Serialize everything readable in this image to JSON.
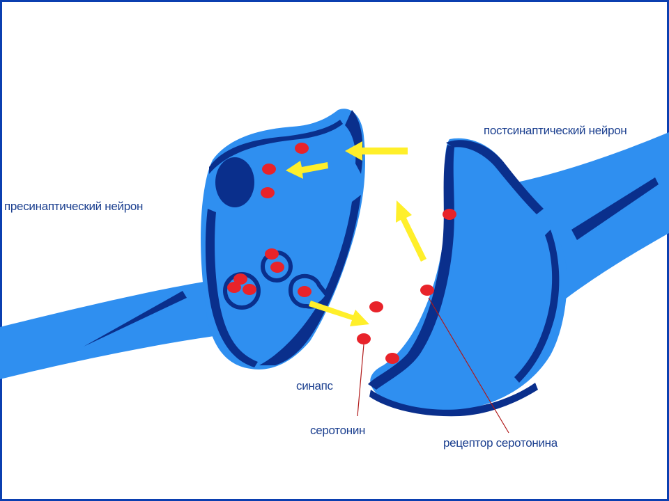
{
  "diagram": {
    "labels": {
      "presynaptic": "пресинаптический нейрон",
      "postsynaptic": "постсинаптический нейрон",
      "synapse": "синапс",
      "serotonin": "серотонин",
      "receptor": "рецептор серотонина"
    },
    "colors": {
      "border": "#0b3fb0",
      "neuron_fill": "#2f8ff0",
      "neuron_outline": "#0a2f8c",
      "vesicle": "#e8232a",
      "arrow": "#ffef2a",
      "pointer_line": "#b01818",
      "label_text": "#1b3f8f"
    }
  }
}
